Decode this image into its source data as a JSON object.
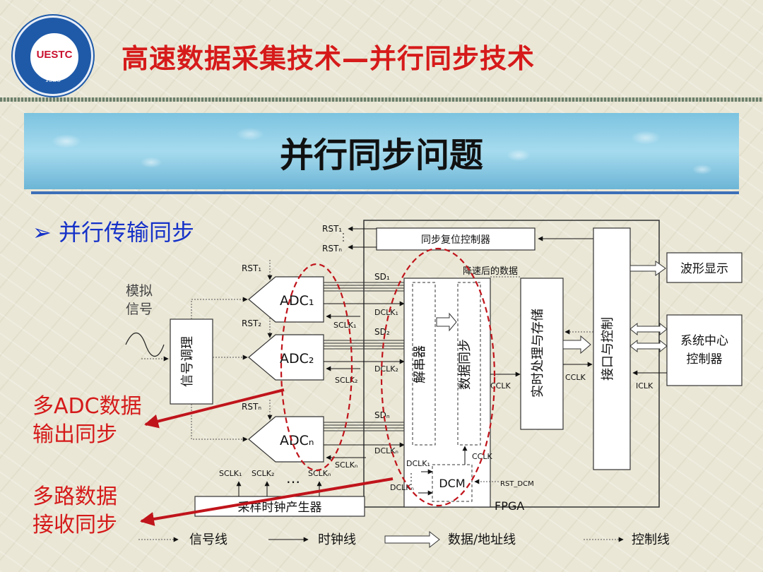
{
  "header": {
    "logo_text": "UESTC",
    "logo_year": "1956",
    "title": "高速数据采集技术—并行同步技术"
  },
  "banner": {
    "title": "并行同步问题"
  },
  "section": {
    "bullet": "并行传输同步"
  },
  "callouts": {
    "adc_sync_line1": "多ADC数据",
    "adc_sync_line2": "输出同步",
    "rx_sync_line1": "多路数据",
    "rx_sync_line2": "接收同步"
  },
  "diagram": {
    "sync_reset": "同步复位控制器",
    "rst1": "RST₁",
    "rstn": "RSTₙ",
    "rst1_adc": "RST₁",
    "rst2_adc": "RST₂",
    "rstn_adc": "RSTₙ",
    "analog_l1": "模拟",
    "analog_l2": "信号",
    "signal_cond": "信号调理",
    "adc1": "ADC₁",
    "adc2": "ADC₂",
    "adcn": "ADCₙ",
    "sd1": "SD₁",
    "sd2": "SD₂",
    "sdn": "SDₙ",
    "dclk1": "DCLK₁",
    "dclk2": "DCLK₂",
    "dclkn": "DCLKₙ",
    "sclk1_a": "SCLK₁",
    "sclk2_a": "SCLK₂",
    "sclkn_a": "SCLKₙ",
    "sclk1_b": "SCLK₁",
    "sclk2_b": "SCLK₂",
    "sclkn_b": "SCLKₙ",
    "dots": "…",
    "deserializer": "解串器",
    "data_sync": "数据同步",
    "reduced_data": "降速后的数据",
    "rt_process": "实时处理与存储",
    "interface": "接口与控制",
    "waveform": "波形显示",
    "sys_center_l1": "系统中心",
    "sys_center_l2": "控制器",
    "cclk_1": "CCLK",
    "cclk_2": "CCLK",
    "cclk_3": "CCLK",
    "iclk": "ICLK",
    "dcm": "DCM",
    "dcm_dclk1": "DCLK₁",
    "dcm_dclkn": "DCLKₙ",
    "rst_dcm": "RST_DCM",
    "fpga": "FPGA",
    "sample_clock_gen": "采样时钟产生器"
  },
  "legend": {
    "signal": "信号线",
    "clock": "时钟线",
    "data": "数据/地址线",
    "control": "控制线"
  },
  "colors": {
    "title_red": "#d61a1a",
    "bullet_blue": "#1531c8",
    "dashed_red": "#c0141b"
  }
}
